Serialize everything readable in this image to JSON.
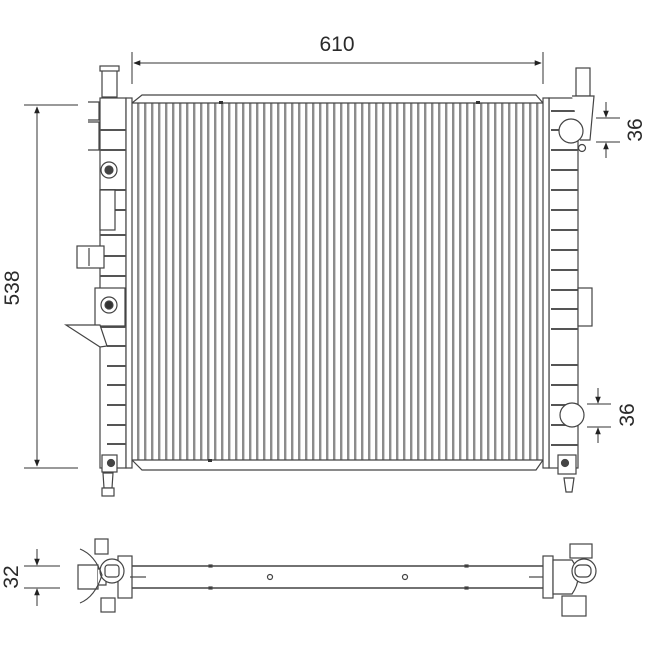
{
  "drawing": {
    "subject": "radiator",
    "views": [
      "front-view",
      "top-view"
    ]
  },
  "dimensions": {
    "width": {
      "label": "610",
      "unit": "mm"
    },
    "height": {
      "label": "538",
      "unit": "mm"
    },
    "upper_connection": {
      "label": "36",
      "unit": "mm"
    },
    "lower_connection": {
      "label": "36",
      "unit": "mm"
    },
    "thickness": {
      "label": "32",
      "unit": "mm"
    }
  },
  "colors": {
    "line": "#3a3a3a",
    "fin": "#8a8a8a",
    "background": "#ffffff"
  }
}
